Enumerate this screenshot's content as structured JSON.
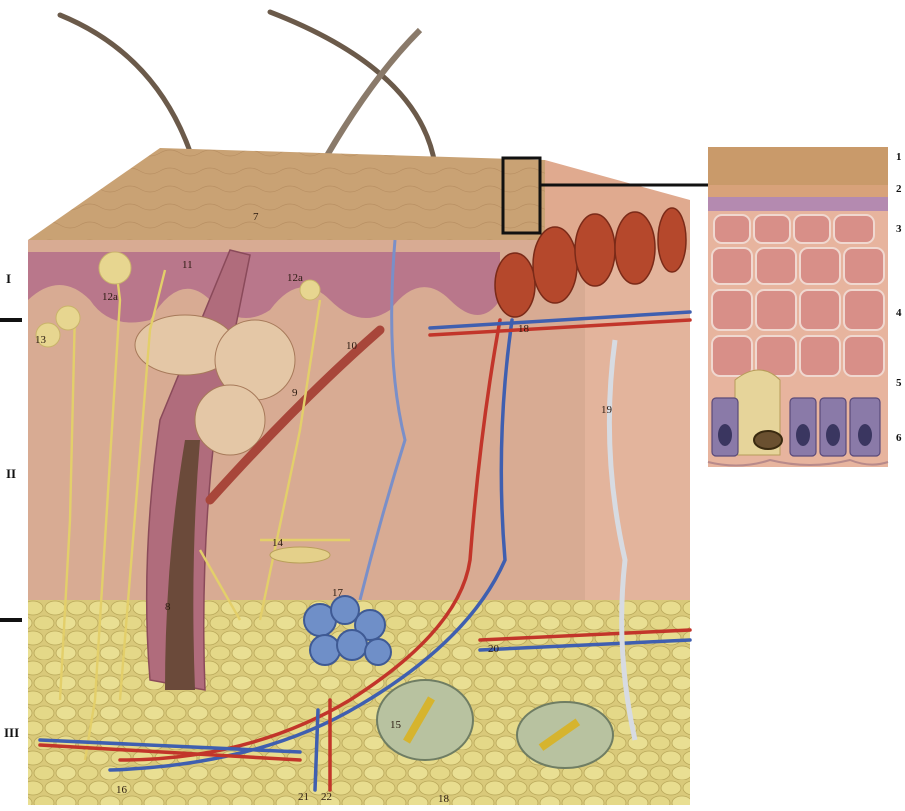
{
  "diagram": {
    "layers": [
      "I",
      "II",
      "III"
    ],
    "labels": {
      "l7": "7",
      "l11": "11",
      "l12a_left": "12a",
      "l12a_right": "12a",
      "l13": "13",
      "l10": "10",
      "l9": "9",
      "l8": "8",
      "l14": "14",
      "l17": "17",
      "l18_top": "18",
      "l19": "19",
      "l20": "20",
      "l15": "15",
      "l16": "16",
      "l21": "21",
      "l22": "22",
      "l18_bottom": "18"
    },
    "inset_labels": [
      "1",
      "2",
      "3",
      "4",
      "5",
      "6"
    ]
  }
}
